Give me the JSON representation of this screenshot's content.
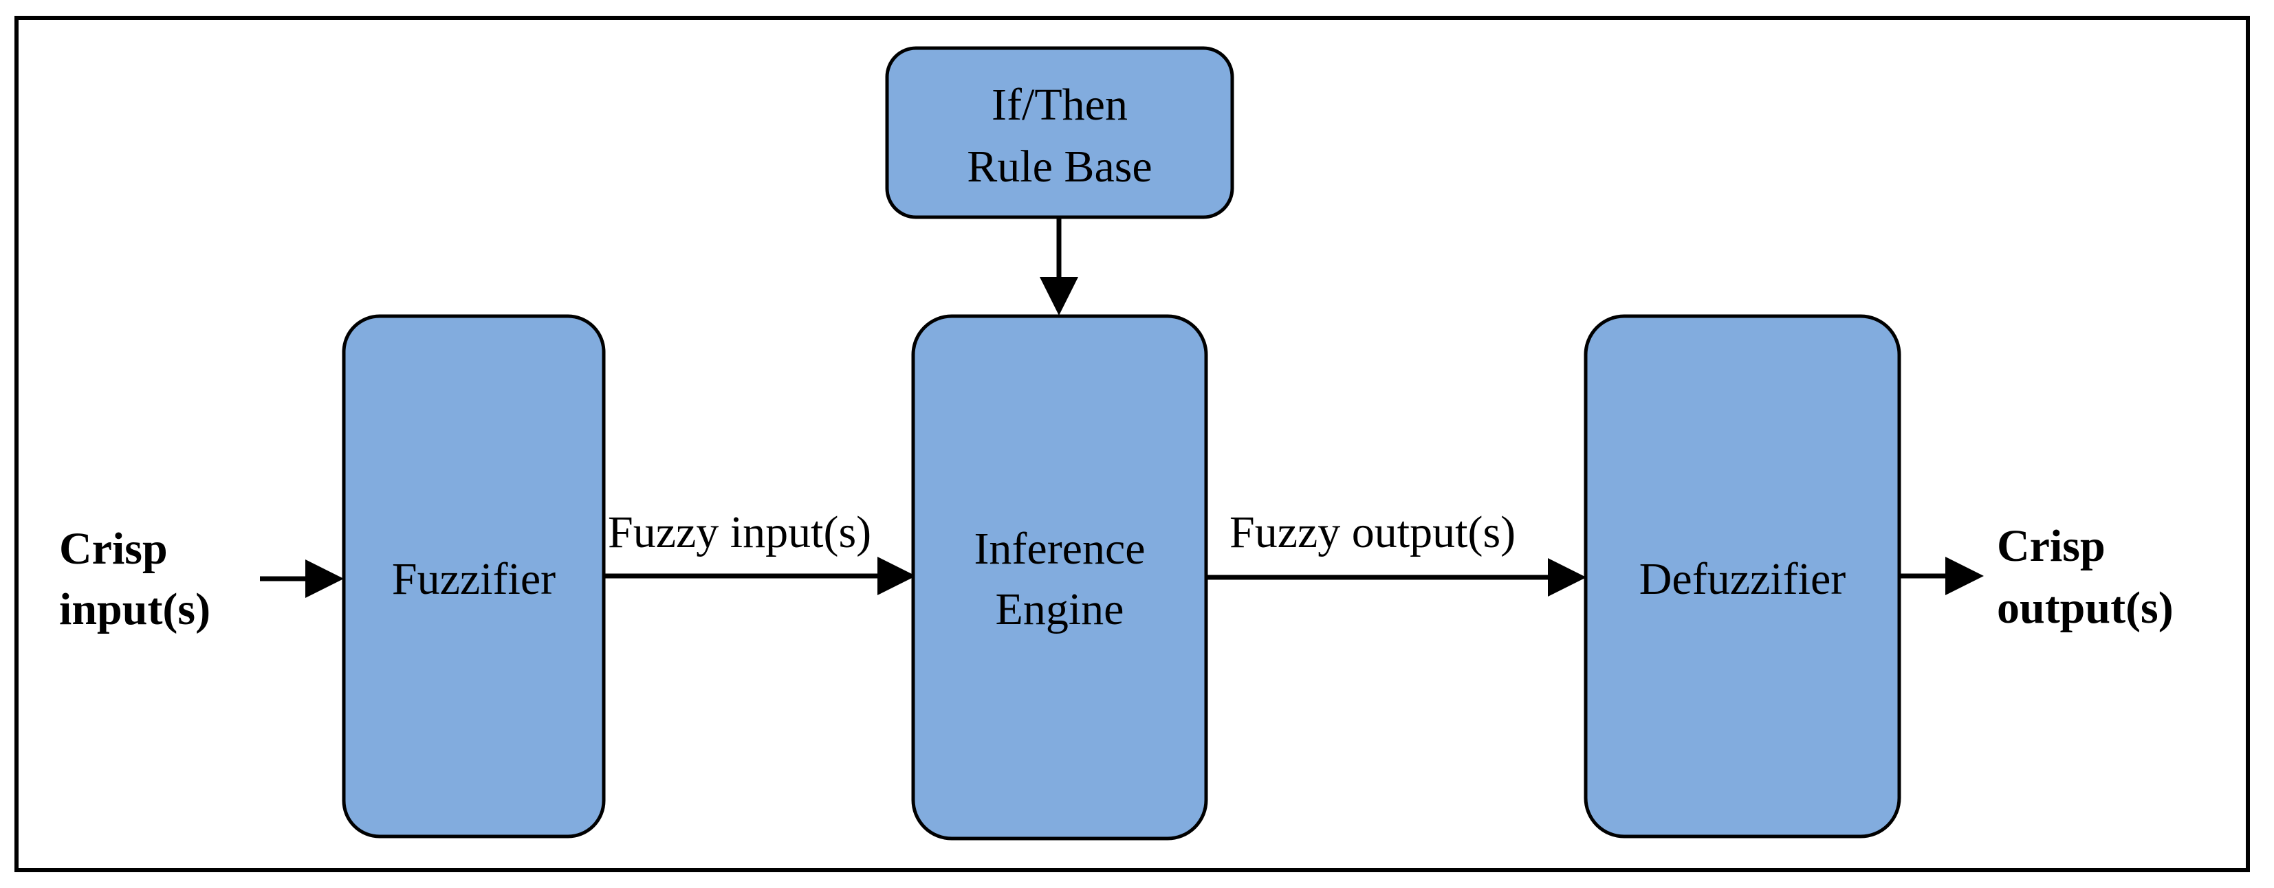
{
  "colors": {
    "box_fill": "#82ACDE",
    "stroke": "#000000",
    "background": "#FFFFFF"
  },
  "input": {
    "line1": "Crisp",
    "line2": "input(s)"
  },
  "output": {
    "line1": "Crisp",
    "line2": "output(s)"
  },
  "rule_base": {
    "line1": "If/Then",
    "line2": "Rule Base"
  },
  "fuzzifier": {
    "label": "Fuzzifier"
  },
  "inference_engine": {
    "line1": "Inference",
    "line2": "Engine"
  },
  "defuzzifier": {
    "label": "Defuzzifier"
  },
  "edges": {
    "fuzzy_input": "Fuzzy input(s)",
    "fuzzy_output": "Fuzzy output(s)"
  }
}
